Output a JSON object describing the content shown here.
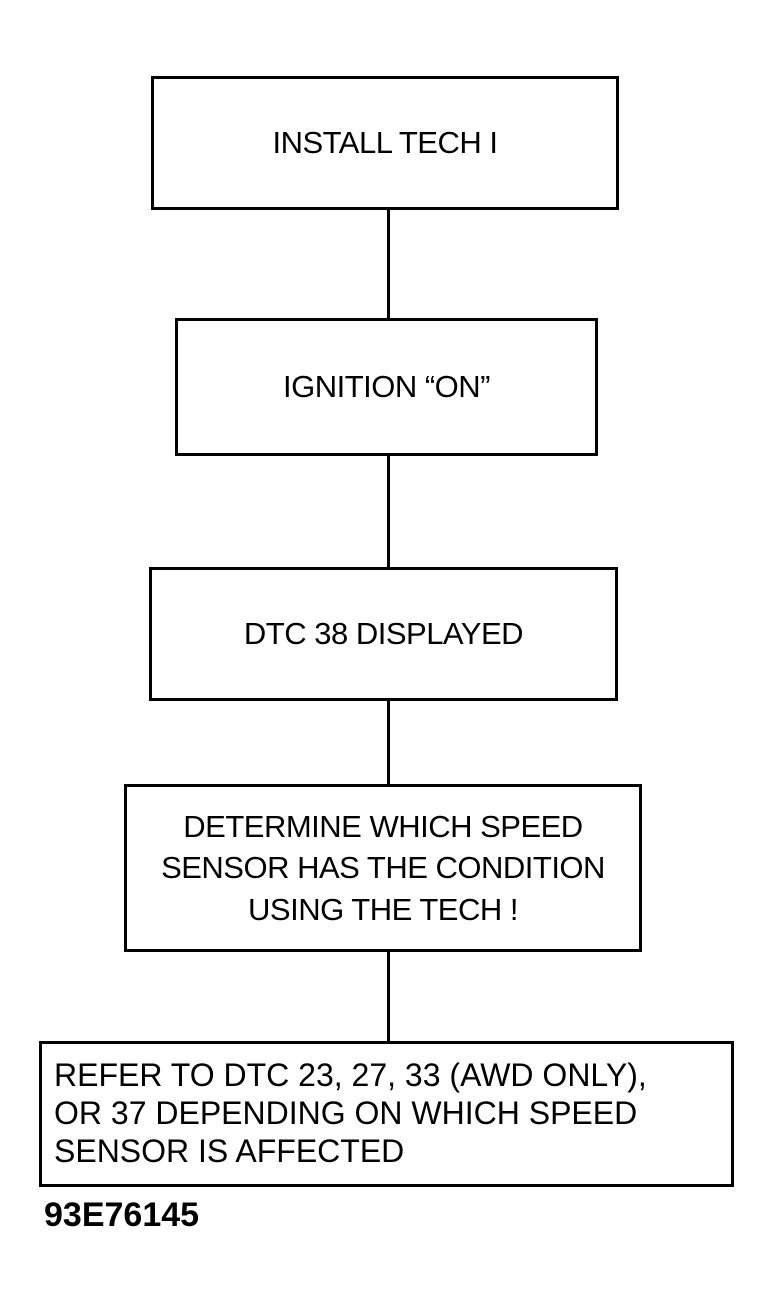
{
  "steps": [
    {
      "lines": [
        "INSTALL TECH I"
      ]
    },
    {
      "lines": [
        "IGNITION “ON”"
      ]
    },
    {
      "lines": [
        "DTC 38 DISPLAYED"
      ]
    },
    {
      "lines": [
        "DETERMINE WHICH SPEED",
        "SENSOR HAS THE CONDITION",
        "USING THE TECH !"
      ]
    },
    {
      "lines": [
        "REFER TO DTC 23, 27, 33 (AWD ONLY),",
        "OR 37 DEPENDING ON WHICH SPEED",
        "SENSOR IS AFFECTED"
      ]
    }
  ],
  "figure_id": "93E76145"
}
